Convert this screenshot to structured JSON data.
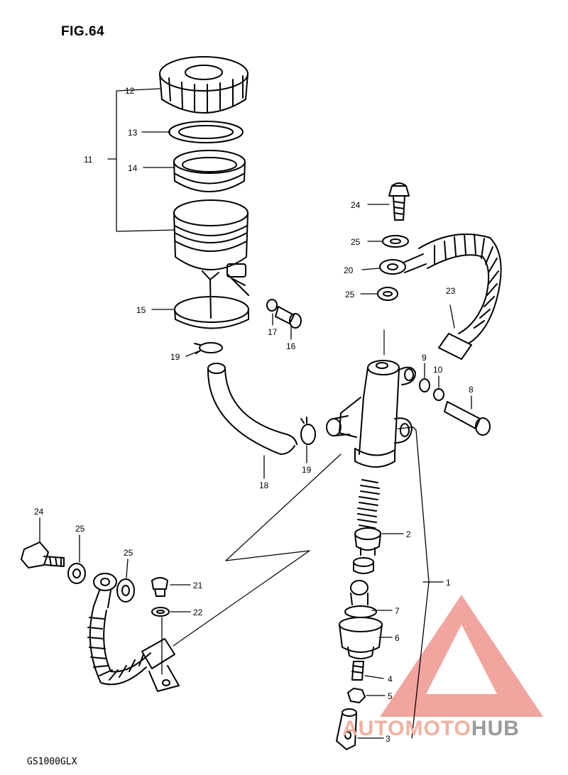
{
  "figure_title": "FIG.64",
  "model_code": "GS1000GLX",
  "watermark": {
    "part1": "AUTOMOTO",
    "part2": "HUB",
    "accent_color": "#e85a4f",
    "gray_color": "#9a9a9a"
  },
  "callouts": {
    "c1": "1",
    "c2": "2",
    "c3": "3",
    "c4": "4",
    "c5": "5",
    "c6": "6",
    "c7": "7",
    "c8": "8",
    "c9": "9",
    "c10": "10",
    "c11": "11",
    "c12": "12",
    "c13": "13",
    "c14": "14",
    "c15": "15",
    "c16": "16",
    "c17": "17",
    "c18": "18",
    "c19a": "19",
    "c19b": "19",
    "c20": "20",
    "c21": "21",
    "c22": "22",
    "c23": "23",
    "c24a": "24",
    "c24b": "24",
    "c25a": "25",
    "c25b": "25",
    "c25c": "25",
    "c25d": "25"
  }
}
